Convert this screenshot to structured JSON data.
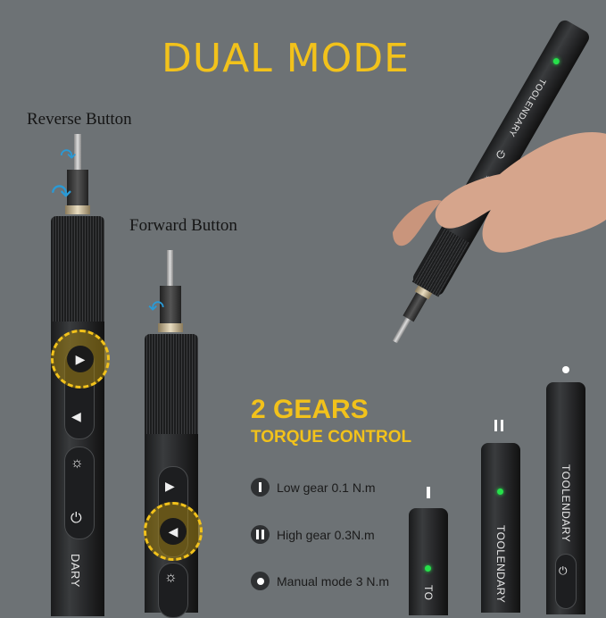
{
  "header": {
    "title": "DUAL MODE"
  },
  "callouts": {
    "reverse_button": "Reverse Button",
    "forward_button": "Forward Button"
  },
  "torque": {
    "title": "2 GEARS",
    "subtitle": "TORQUE CONTROL",
    "modes": [
      {
        "icon": "single-bar-icon",
        "label": "Low gear 0.1 N.m"
      },
      {
        "icon": "double-bar-icon",
        "label": "High gear 0.3N.m"
      },
      {
        "icon": "dot-icon",
        "label": "Manual mode 3 N.m"
      }
    ]
  },
  "product": {
    "brand": "TOOLENDARY",
    "brand_partial_left": "DARY",
    "brand_partial_right": "TO",
    "led_color": "#26e04a"
  },
  "colors": {
    "background": "#6d7275",
    "accent_yellow": "#f2c21b",
    "arrow_blue": "#2a9ad6",
    "pen_body": "#222325"
  }
}
